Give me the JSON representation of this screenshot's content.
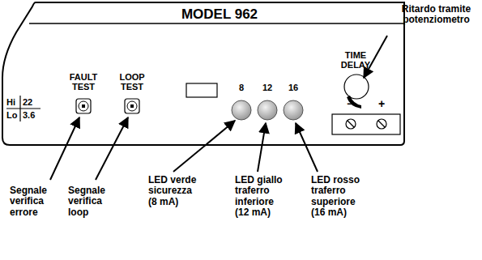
{
  "diagram": {
    "nodes": [
      {
        "text": [
          "MODEL 962"
        ]
      }
    ],
    "labels": [
      "Ritardo tramite potenziometro",
      "TIME DELAY",
      "FAULT TEST",
      "LOOP TEST",
      "8",
      "12",
      "16",
      "Hi",
      "22",
      "Lo",
      "3.6",
      "−",
      "+",
      "Segnale verifica errore",
      "Segnale verifica loop",
      "LED verde sicurezza (8 mA)",
      "LED giallo traferro inferiore (12 mA)",
      "LED rosso traferro superiore (16 mA)"
    ]
  }
}
